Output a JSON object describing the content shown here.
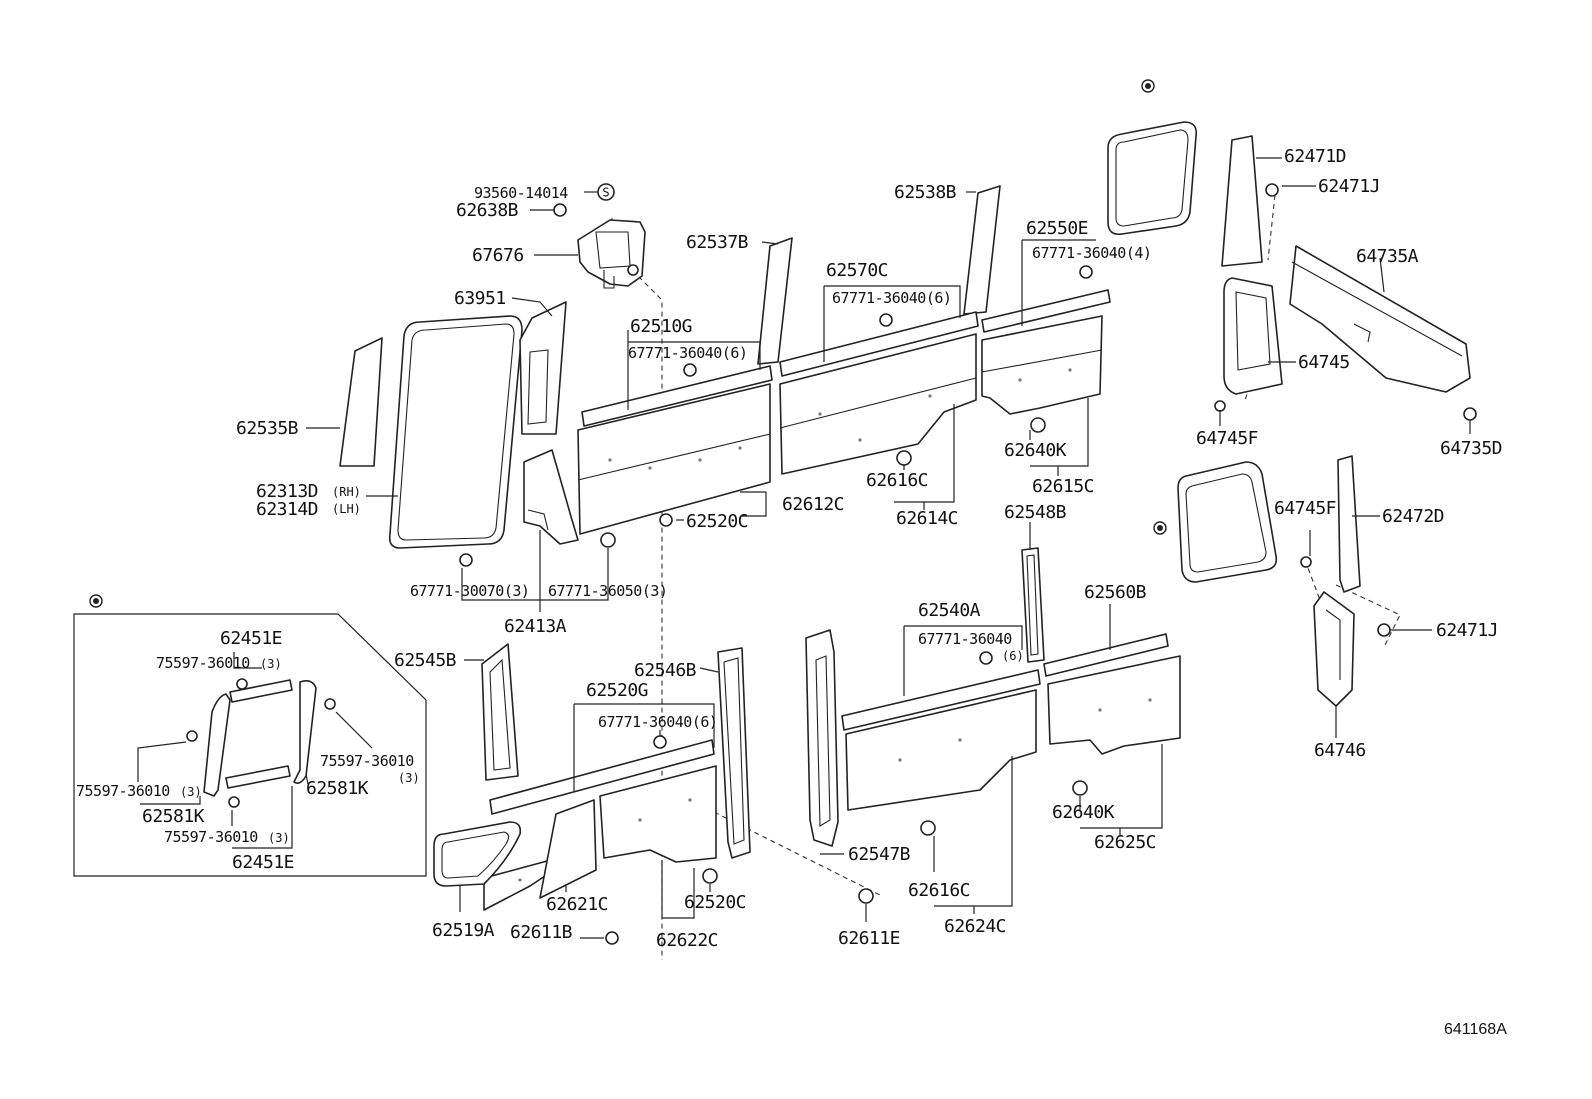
{
  "figure_id": "641168A",
  "labels": {
    "p93560_14014": "93560-14014",
    "p62638B": "62638B",
    "p67676": "67676",
    "p63951": "63951",
    "p62535B": "62535B",
    "p62313D": "62313D",
    "p62313D_side": "(RH)",
    "p62314D": "62314D",
    "p62314D_side": "(LH)",
    "p62537B": "62537B",
    "p62510G": "62510G",
    "p67771_36040_6_a": "67771-36040(6)",
    "p62570C": "62570C",
    "p67771_36040_6_b": "67771-36040(6)",
    "p62538B": "62538B",
    "p62550E": "62550E",
    "p67771_36040_4": "67771-36040(4)",
    "p62471D": "62471D",
    "p62471J_a": "62471J",
    "p64735A": "64735A",
    "p64745": "64745",
    "p64745F_a": "64745F",
    "p64735D": "64735D",
    "p62640K_a": "62640K",
    "p62615C": "62615C",
    "p62616C_a": "62616C",
    "p62614C": "62614C",
    "p62612C": "62612C",
    "p62520C_a": "62520C",
    "p67771_30070_3": "67771-30070(3)",
    "p67771_36050_3": "67771-36050(3)",
    "p62413A": "62413A",
    "p62548B": "62548B",
    "p64745F_b": "64745F",
    "p62472D": "62472D",
    "p62471J_b": "62471J",
    "p64746": "64746",
    "p62540A": "62540A",
    "p67771_36040_c": "67771-36040",
    "p67771_36040_c_qty": "(6)",
    "p62560B": "62560B",
    "p62640K_b": "62640K",
    "p62625C": "62625C",
    "p62545B": "62545B",
    "p62546B": "62546B",
    "p62520G": "62520G",
    "p67771_36040_6_d": "67771-36040(6)",
    "p62547B": "62547B",
    "p62616C_b": "62616C",
    "p62624C": "62624C",
    "p62611E": "62611E",
    "p62519A": "62519A",
    "p62611B": "62611B",
    "p62621C": "62621C",
    "p62520C_b": "62520C",
    "p62622C": "62622C",
    "p62451E_a": "62451E",
    "p75597_36010_3_a": "75597-36010",
    "p75597_36010_3_a_qty": "(3)",
    "p75597_36010_3_b": "75597-36010",
    "p75597_36010_3_b_qty": "(3)",
    "p75597_36010_c": "75597-36010",
    "p75597_36010_c_qty": "(3)",
    "p62581K_a": "62581K",
    "p62581K_b": "62581K",
    "p75597_36010_3_d": "75597-36010",
    "p75597_36010_3_d_qty": "(3)",
    "p62451E_b": "62451E"
  },
  "symbols": {
    "standard_mark": "S"
  }
}
